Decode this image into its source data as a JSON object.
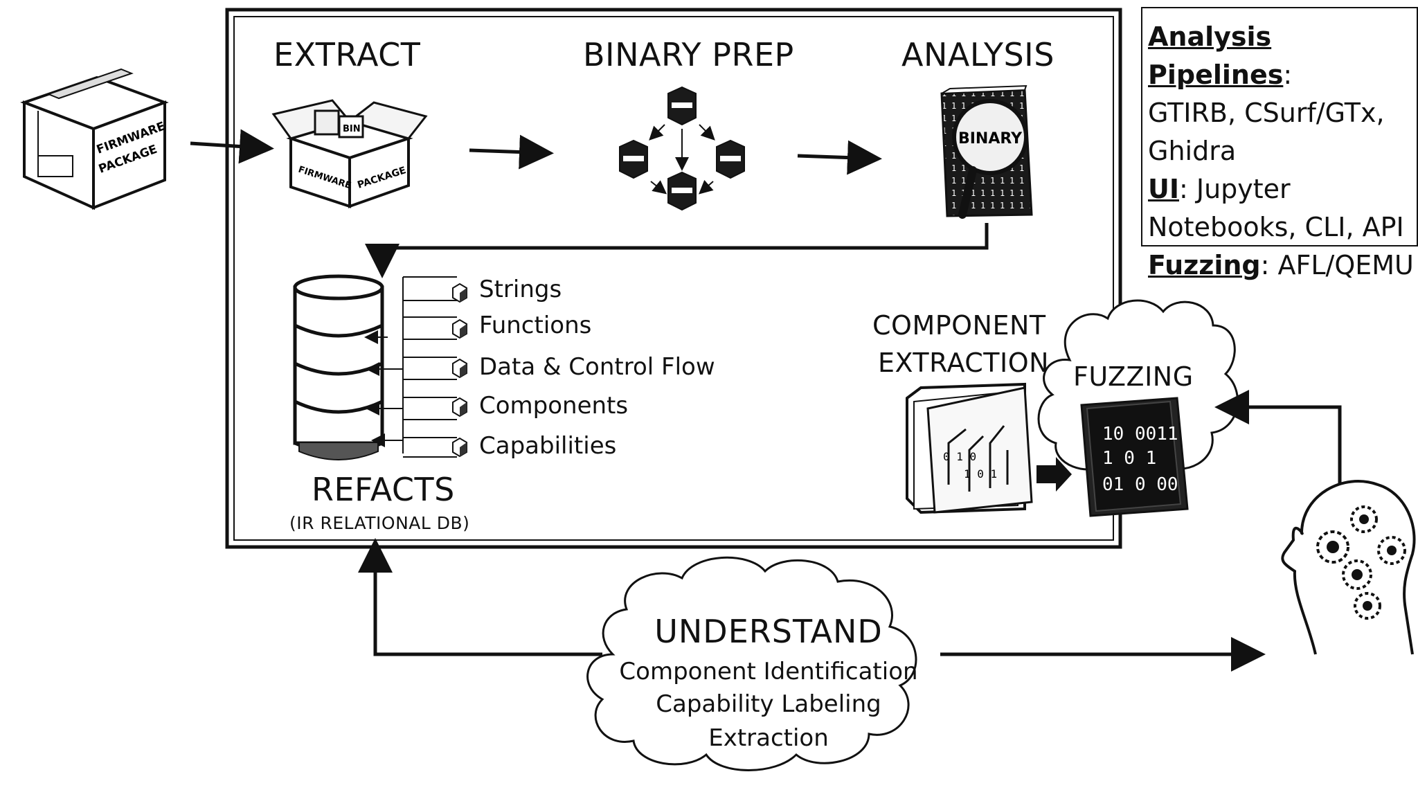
{
  "stages": {
    "extract": "EXTRACT",
    "binary_prep": "BINARY PREP",
    "analysis": "ANALYSIS",
    "refacts": "REFACTS",
    "refacts_sub": "(IR RELATIONAL DB)",
    "component_extraction_line1": "COMPONENT",
    "component_extraction_line2": "EXTRACTION",
    "fuzzing": "FUZZING"
  },
  "icons": {
    "firmware_box": {
      "icon": "firmware-package-box-icon",
      "line1": "FIRMWARE",
      "line2": "PACKAGE"
    },
    "extract_box": {
      "icon": "open-box-icon",
      "bin": "BIN",
      "left": "FIRMWARE",
      "right": "PACKAGE"
    },
    "binary_prep": "binary-modules-network-icon",
    "analysis": {
      "icon": "binary-magnifier-icon",
      "label": "BINARY"
    },
    "refacts": "database-cylinder-icon",
    "component_extraction": "circuit-folder-icon",
    "fuzzing": "binary-folder-icon",
    "understand_agent": "human-head-gears-icon"
  },
  "db_items": [
    "Strings",
    "Functions",
    "Data & Control Flow",
    "Components",
    "Capabilities"
  ],
  "understand": {
    "title": "UNDERSTAND",
    "lines": [
      "Component Identification",
      "Capability Labeling",
      "Extraction"
    ]
  },
  "legend": {
    "pipelines_key": "Analysis Pipelines",
    "pipelines_l1": "GTIRB, CSurf/GTx,",
    "pipelines_l2": "Ghidra",
    "ui_key": "UI",
    "ui_l1": ": Jupyter",
    "ui_l2": "Notebooks, CLI, API",
    "fuzzing_key": "Fuzzing",
    "fuzzing_val": ": AFL/QEMU",
    "colon": ":"
  },
  "colors": {
    "ink": "#111111",
    "background": "#ffffff"
  }
}
